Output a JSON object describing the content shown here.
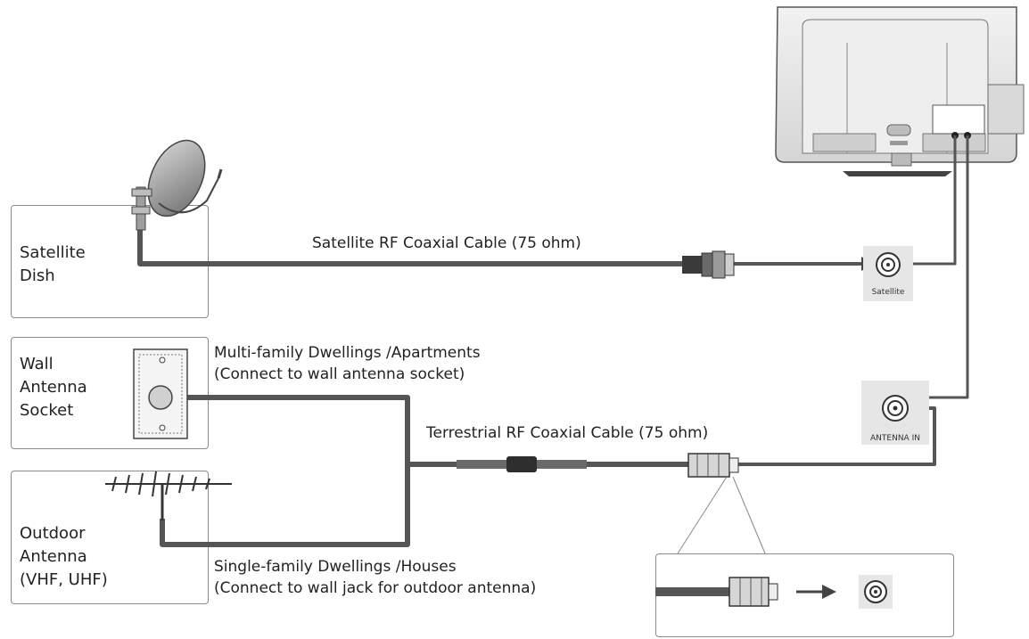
{
  "sources": {
    "satellite": {
      "label_line1": "Satellite",
      "label_line2": "Dish"
    },
    "wall": {
      "label_line1": "Wall",
      "label_line2": "Antenna",
      "label_line3": "Socket"
    },
    "outdoor": {
      "label_line1": "Outdoor",
      "label_line2": "Antenna",
      "label_line3": "(VHF, UHF)"
    }
  },
  "cables": {
    "satellite": "Satellite RF Coaxial Cable (75 ohm)",
    "terrestrial": "Terrestrial RF Coaxial Cable (75 ohm)"
  },
  "notes": {
    "multi_line1": "Multi-family Dwellings /Apartments",
    "multi_line2": "(Connect to wall antenna socket)",
    "single_line1": "Single-family Dwellings /Houses",
    "single_line2": "(Connect to wall jack for outdoor antenna)"
  },
  "ports": {
    "satellite": "Satellite",
    "antenna_in": "ANTENNA IN"
  },
  "colors": {
    "cable": "#555555",
    "box_border": "#8a8a8a",
    "port_bg": "#e6e6e6"
  }
}
